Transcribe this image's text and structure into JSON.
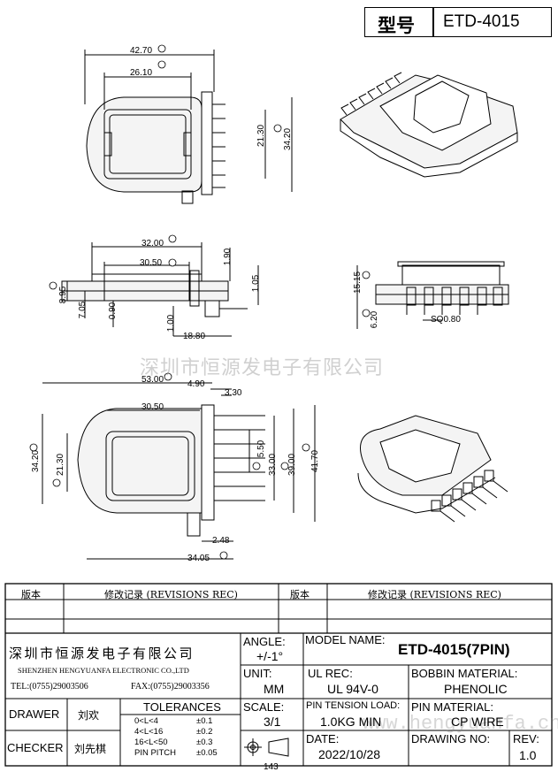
{
  "model_box": {
    "label": "型号",
    "value": "ETD-4015"
  },
  "watermark": "深圳市恒源发电子有限公司",
  "watermark2": "www.hengyuanfa.cn",
  "dims": {
    "top": {
      "a": "42.70",
      "b": "26.10",
      "c": "21.30",
      "d": "34.20"
    },
    "mid": {
      "e": "32.00",
      "f": "30.50",
      "g": "1.90",
      "h": "1.05",
      "i": "8.95",
      "j": "7.05",
      "k": "0.90",
      "l": "1.00",
      "m": "18.80"
    },
    "side": {
      "a": "15.15",
      "b": "6.20",
      "sq": "SQ0.80"
    },
    "bot": {
      "a": "53.00",
      "b": "4.90",
      "c": "3.30",
      "d": "30.50",
      "e": "34.20",
      "f": "21.30",
      "g": "5.50",
      "h": "33.00",
      "i": "39.00",
      "j": "41.70",
      "k": "2.48",
      "l": "34.05"
    }
  },
  "revisions": {
    "col1": "版本",
    "col2": "修改记录 (REVISIONS REC)",
    "col3": "版本",
    "col4": "修改记录 (REVISIONS REC)"
  },
  "company": {
    "name_cn": "深圳市恒源发电子有限公司",
    "name_en": "SHENZHEN HENGYUANFA ELECTRONIC CO.,LTD",
    "tel": "TEL:(0755)29003506",
    "fax": "FAX:(0755)29003356"
  },
  "drawer": {
    "label": "DRAWER",
    "value": "刘欢"
  },
  "checker": {
    "label": "CHECKER",
    "value": "刘先棋"
  },
  "tolerances": {
    "title": "TOLERANCES",
    "rows": [
      {
        "range": "0<L<4",
        "tol": "±0.1"
      },
      {
        "range": "4<L<16",
        "tol": "±0.2"
      },
      {
        "range": "16<L<50",
        "tol": "±0.3"
      },
      {
        "range": "PIN PITCH",
        "tol": "±0.05"
      }
    ]
  },
  "angle": {
    "label": "ANGLE:",
    "value": "+/-1°"
  },
  "unit": {
    "label": "UNIT:",
    "value": "MM"
  },
  "scale": {
    "label": "SCALE:",
    "value": "3/1"
  },
  "model_name": {
    "label": "MODEL NAME:",
    "value": "ETD-4015(7PIN)"
  },
  "ul_rec": {
    "label": "UL REC:",
    "value": "UL 94V-0"
  },
  "bobbin_material": {
    "label": "BOBBIN MATERIAL:",
    "value": "PHENOLIC"
  },
  "pin_tension": {
    "label": "PIN TENSION LOAD:",
    "value": "1.0KG MIN"
  },
  "pin_material": {
    "label": "PIN MATERIAL:",
    "value": "CP WIRE"
  },
  "date": {
    "label": "DATE:",
    "value": "2022/10/28"
  },
  "drawing_no": {
    "label": "DRAWING NO:",
    "value": ""
  },
  "rev": {
    "label": "REV:",
    "value": "1.0"
  },
  "footer": "143"
}
